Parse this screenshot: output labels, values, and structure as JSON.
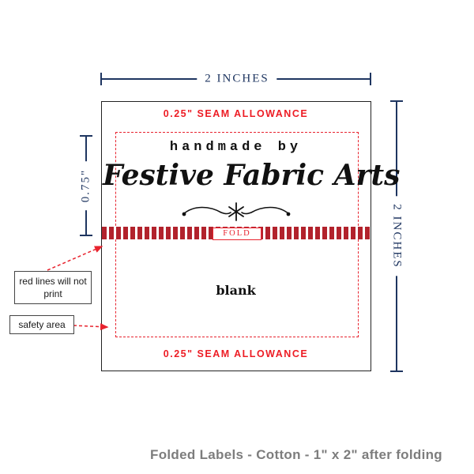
{
  "diagram": {
    "top_dimension": "2 INCHES",
    "right_dimension": "2 INCHES",
    "left_dimension": "0.75\"",
    "seam_allowance_top": "0.25\" SEAM ALLOWANCE",
    "seam_allowance_bottom": "0.25\" SEAM ALLOWANCE",
    "line1": "handmade by",
    "brand_name": "Festive Fabric Arts",
    "fold_label": "FOLD",
    "blank_label": "blank",
    "callout_red_lines": "red lines will not print",
    "callout_safety": "safety area",
    "caption": "Folded Labels - Cotton - 1\" x 2\" after folding"
  },
  "colors": {
    "red": "#e8232e",
    "stripe_red": "#b2222c",
    "navy": "#1e3560",
    "caption_gray": "#7d7d7d"
  }
}
